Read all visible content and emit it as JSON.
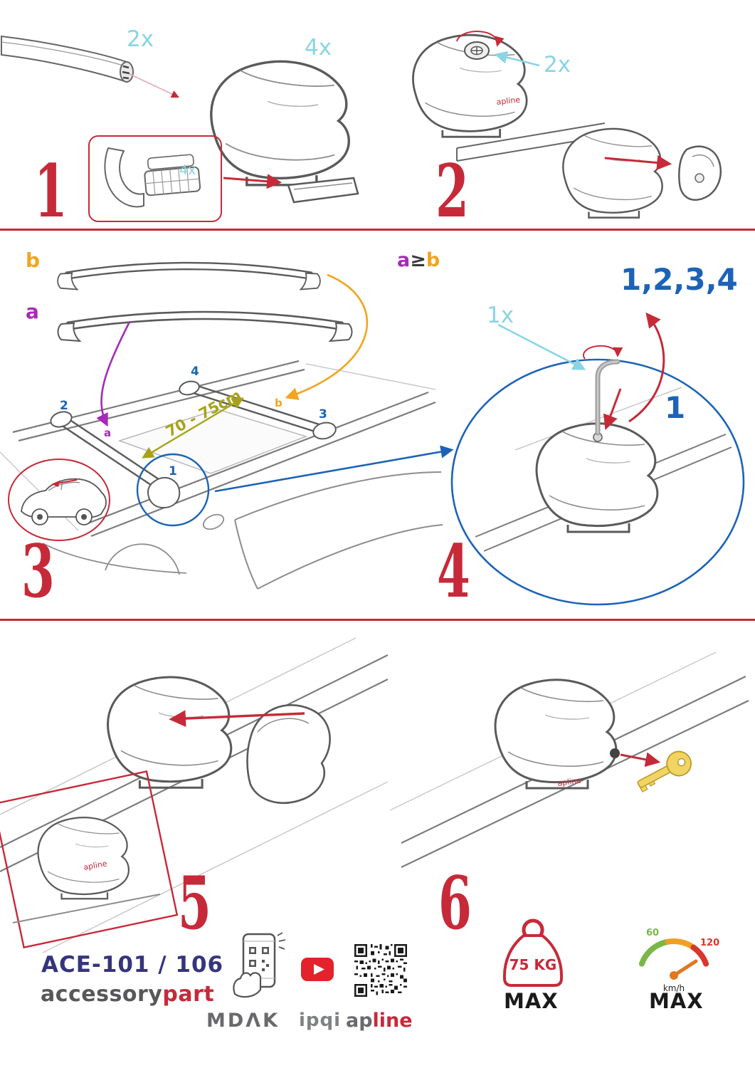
{
  "colors": {
    "red": "#c62a39",
    "cyan": "#8ad4e4",
    "blue": "#1c63b7",
    "purple": "#a62bb5",
    "orange": "#f2a51f",
    "olive": "#a8a21a",
    "navy": "#35347c",
    "gray": "#58585a"
  },
  "steps": {
    "s1": {
      "number": "1",
      "bar_qty": "2x",
      "foot_qty": "4x",
      "pad_qty": "4x"
    },
    "s2": {
      "number": "2",
      "knob_qty": "2x"
    },
    "s3": {
      "number": "3",
      "bar_b_label": "b",
      "bar_a_label": "a",
      "rule_a": "a",
      "rule_gte": "≥",
      "rule_b": "b",
      "distance": "70 - 75cm",
      "pos1": "1",
      "pos2": "2",
      "pos3": "3",
      "pos4": "4",
      "roof_a": "a",
      "roof_b": "b"
    },
    "s4": {
      "number": "4",
      "key_qty": "1x",
      "sequence": "1,2,3,4",
      "first_pos": "1"
    },
    "s5": {
      "number": "5"
    },
    "s6": {
      "number": "6"
    }
  },
  "illustrations": {
    "apline_logo": "apline"
  },
  "footer": {
    "model": "ACE-101 / 106",
    "brand_left": "accessory",
    "brand_right": "part",
    "partner_mdak": "MDΛK",
    "partner_ipqi": "ipqi",
    "apline_ap": "ap",
    "apline_line": "line",
    "weight_value": "75 KG",
    "weight_max": "MAX",
    "speed_low": "60",
    "speed_high": "120",
    "speed_unit": "km/h",
    "speed_max": "MAX"
  }
}
